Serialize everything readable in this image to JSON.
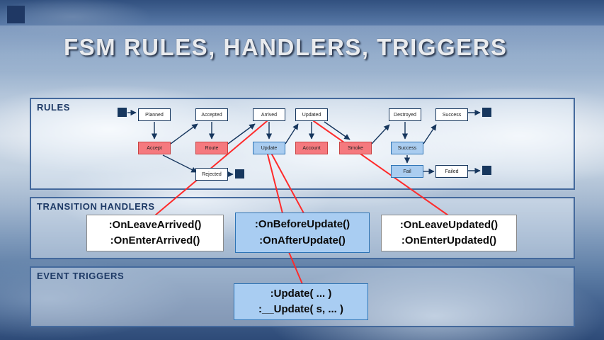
{
  "slide": {
    "title": "FSM RULES, HANDLERS, TRIGGERS"
  },
  "panels": {
    "rules": {
      "label": "RULES"
    },
    "handlers": {
      "label": "TRANSITION HANDLERS"
    },
    "events": {
      "label": "EVENT TRIGGERS"
    }
  },
  "fsm": {
    "nodes": [
      {
        "label": "Planned",
        "kind": "state"
      },
      {
        "label": "Accepted",
        "kind": "state"
      },
      {
        "label": "Arrived",
        "kind": "state"
      },
      {
        "label": "Updated",
        "kind": "state"
      },
      {
        "label": "Destroyed",
        "kind": "state"
      },
      {
        "label": "Success",
        "kind": "state"
      },
      {
        "label": "Accept",
        "kind": "transition"
      },
      {
        "label": "Route",
        "kind": "transition"
      },
      {
        "label": "Update",
        "kind": "transition-highlight"
      },
      {
        "label": "Account",
        "kind": "transition"
      },
      {
        "label": "Smoke",
        "kind": "transition"
      },
      {
        "label": "Success",
        "kind": "transition-highlight"
      },
      {
        "label": "Rejected",
        "kind": "state"
      },
      {
        "label": "Fail",
        "kind": "transition-highlight"
      },
      {
        "label": "Failed",
        "kind": "state"
      }
    ]
  },
  "transition_handlers": {
    "boxes": [
      {
        "line1": ":OnLeaveArrived()",
        "line2": ":OnEnterArrived()",
        "variant": "white"
      },
      {
        "line1": ":OnBeforeUpdate()",
        "line2": ":OnAfterUpdate()",
        "variant": "blue"
      },
      {
        "line1": ":OnLeaveUpdated()",
        "line2": ":OnEnterUpdated()",
        "variant": "white"
      }
    ]
  },
  "event_triggers": {
    "box": {
      "line1": ":Update( ... )",
      "line2": ":__Update( s, ... )",
      "variant": "blue"
    }
  },
  "colors": {
    "accent_navy": "#1f3864",
    "state_fill": "#ffffff",
    "transition_fill": "#f5797e",
    "highlight_fill": "#aacdf0",
    "panel_border": "#44699c",
    "relation_line": "#ff2b2b"
  }
}
